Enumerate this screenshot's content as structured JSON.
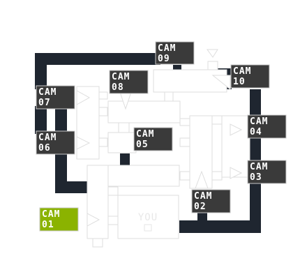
{
  "map": {
    "you_label": "YOU",
    "colors": {
      "background": "#ffffff",
      "room_outline": "#dedede",
      "hallway": "#1f2630",
      "cam_inactive": "#3a3a3a",
      "cam_active": "#8bb300",
      "cam_border": "#c8c8c8",
      "cam_text": "#ffffff"
    }
  },
  "cameras": [
    {
      "id": "cam-09",
      "line1": "CAM",
      "line2": "09",
      "active": false
    },
    {
      "id": "cam-10",
      "line1": "CAM",
      "line2": "10",
      "active": false
    },
    {
      "id": "cam-08",
      "line1": "CAM",
      "line2": "08",
      "active": false
    },
    {
      "id": "cam-07",
      "line1": "CAM",
      "line2": "07",
      "active": false
    },
    {
      "id": "cam-06",
      "line1": "CAM",
      "line2": "06",
      "active": false
    },
    {
      "id": "cam-05",
      "line1": "CAM",
      "line2": "05",
      "active": false
    },
    {
      "id": "cam-04",
      "line1": "CAM",
      "line2": "04",
      "active": false
    },
    {
      "id": "cam-03",
      "line1": "CAM",
      "line2": "03",
      "active": false
    },
    {
      "id": "cam-02",
      "line1": "CAM",
      "line2": "02",
      "active": false
    },
    {
      "id": "cam-01",
      "line1": "CAM",
      "line2": "01",
      "active": true
    }
  ]
}
